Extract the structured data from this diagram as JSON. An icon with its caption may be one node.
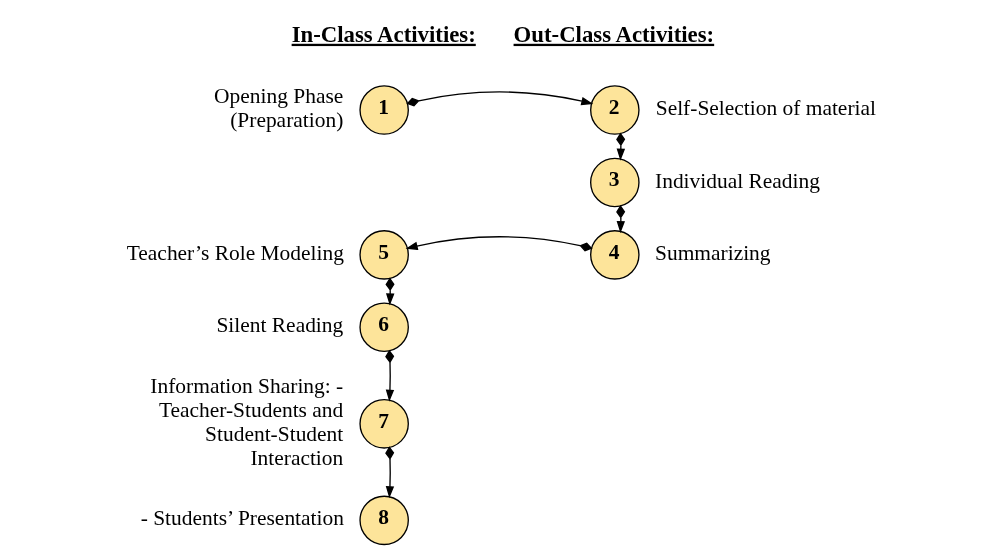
{
  "diagram": {
    "nodes": [
      {
        "text": [
          "1"
        ],
        "beside": [
          "Opening Phase (Preparation)"
        ]
      },
      {
        "text": [
          "2"
        ],
        "beside": [
          "Self-Selection of material"
        ]
      },
      {
        "text": [
          "3"
        ],
        "beside": [
          "Individual Reading"
        ]
      },
      {
        "text": [
          "4"
        ],
        "beside": [
          "Summarizing"
        ]
      },
      {
        "text": [
          "5"
        ],
        "beside": [
          "Teacher’s Role Modeling"
        ]
      },
      {
        "text": [
          "6"
        ],
        "beside": [
          "Silent Reading"
        ]
      },
      {
        "text": [
          "7"
        ],
        "beside": [
          "Information Sharing: - Teacher-Students and Student-Student Interaction"
        ]
      },
      {
        "text": [
          "8"
        ],
        "beside": [
          "- Students’ Presentation"
        ]
      }
    ],
    "edges": [
      {
        "from": 0,
        "to": 1,
        "arrow": "to"
      },
      {
        "from": 1,
        "to": 2,
        "arrow": "to"
      },
      {
        "from": 2,
        "to": 3,
        "arrow": "to"
      },
      {
        "from": 3,
        "to": 4,
        "arrow": "to"
      },
      {
        "from": 4,
        "to": 5,
        "arrow": "to"
      },
      {
        "from": 5,
        "to": 6,
        "arrow": "to"
      },
      {
        "from": 6,
        "to": 7,
        "arrow": "to"
      }
    ],
    "labels": [
      "In-Class Activities:",
      "Out-Class Activities:"
    ]
  }
}
